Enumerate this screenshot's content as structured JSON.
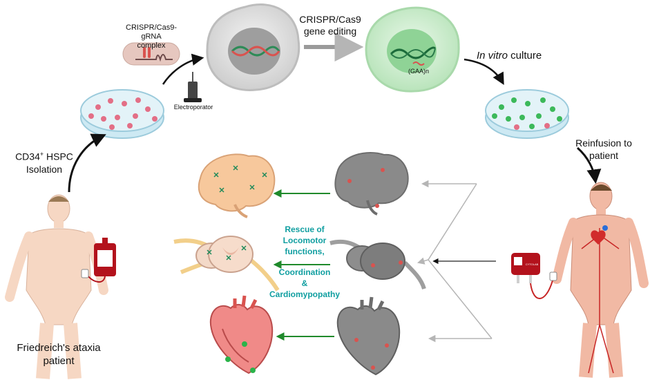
{
  "labels": {
    "crispr_complex": [
      "CRISPR/Cas9-gRNA",
      "complex"
    ],
    "electroporator": "Electroporator",
    "gene_editing": [
      "CRISPR/Cas9",
      "gene editing"
    ],
    "gaa": "(GAA)n",
    "in_vitro_italic": "In vitro",
    "in_vitro_rest": " culture",
    "isolation_sup": "+",
    "isolation_pre": "CD34",
    "isolation_post": " HSPC",
    "isolation_line2": "Isolation",
    "reinfusion": [
      "Reinfusion to",
      "patient"
    ],
    "patient": [
      "Friedreich's ataxia",
      "patient"
    ],
    "rescue": [
      "Rescue of",
      "Locomotor",
      "functions,",
      "Coordination",
      "&",
      "Cardiomypopathy"
    ],
    "bag_text": "CYTOLAB"
  },
  "colors": {
    "teal": "#0f9ea0",
    "arrow_green": "#1f8a2b",
    "blood_red": "#b3121c",
    "skin": "#f6d7c3"
  }
}
